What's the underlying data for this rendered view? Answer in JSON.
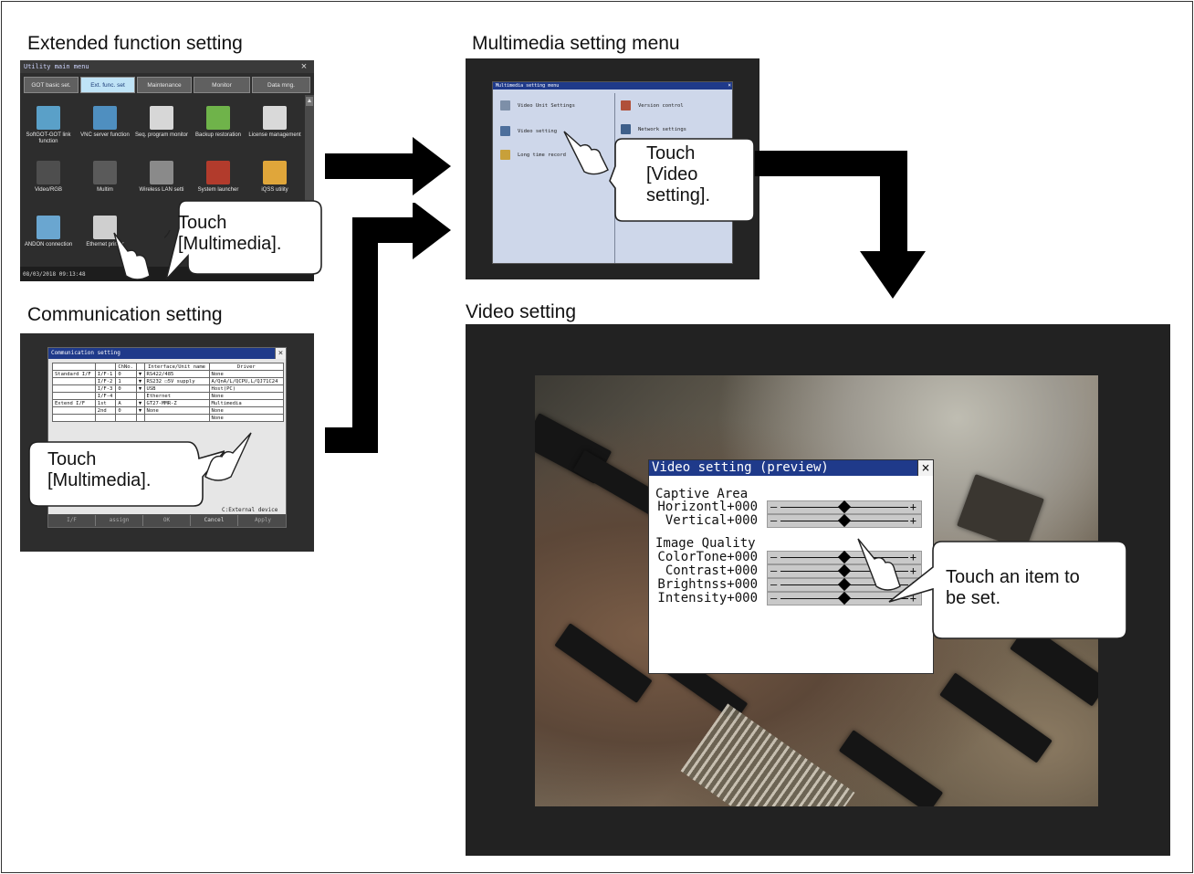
{
  "sections": {
    "extended": "Extended function setting",
    "multimedia_menu": "Multimedia setting menu",
    "communication": "Communication setting",
    "video": "Video setting"
  },
  "callouts": {
    "ext_touch_1": "Touch",
    "ext_touch_2": "[Multimedia].",
    "comm_touch_1": "Touch",
    "comm_touch_2": "[Multimedia].",
    "mm_touch_1": "Touch",
    "mm_touch_2": "[Video",
    "mm_touch_3": "setting].",
    "vid_touch_1": "Touch an item to",
    "vid_touch_2": "be set."
  },
  "extended_screen": {
    "title": "Utility main menu",
    "close": "×",
    "tabs": [
      "GOT basic set.",
      "Ext. func. set",
      "Maintenance",
      "Monitor",
      "Data mng."
    ],
    "items": [
      {
        "label": "SoftGOT-GOT link function",
        "color": "#5aa0c8"
      },
      {
        "label": "VNC server function",
        "color": "#4f8fc0"
      },
      {
        "label": "Seq. program monitor",
        "color": "#d7d7d7"
      },
      {
        "label": "Backup restoration",
        "color": "#6fb34a"
      },
      {
        "label": "License management",
        "color": "#d9d9d9"
      },
      {
        "label": "Video/RGB",
        "color": "#4e4e4e"
      },
      {
        "label": "Multim",
        "color": "#5a5a5a"
      },
      {
        "label": "Wireless LAN setti",
        "color": "#8a8a8a"
      },
      {
        "label": "System launcher",
        "color": "#b23b2c"
      },
      {
        "label": "iQSS utility",
        "color": "#e0a63a"
      },
      {
        "label": "ANDON connection",
        "color": "#6aa6d0"
      },
      {
        "label": "Ethernet printer",
        "color": "#cfcfcf"
      }
    ],
    "status": "08/03/2018 09:13:48"
  },
  "communication_screen": {
    "title": "Communication setting",
    "close": "×",
    "header": [
      "",
      "",
      "ChNo.",
      "",
      "Interface/Unit name",
      "Driver"
    ],
    "rows": [
      [
        "Standard I/F",
        "I/F-1",
        "0",
        "▼",
        "RS422/485",
        "None"
      ],
      [
        "",
        "I/F-2",
        "1",
        "▼",
        "RS232  ☐5V supply",
        "A/QnA/L/QCPU,L/QJ71C24"
      ],
      [
        "",
        "I/F-3",
        "0",
        "▼",
        "USB",
        "Host(PC)"
      ],
      [
        "",
        "I/F-4",
        "",
        "",
        "Ethernet",
        "None"
      ],
      [
        "Extend I/F",
        "1st",
        "A",
        "▼",
        "GT27-MMR-Z",
        "Multimedia"
      ],
      [
        "",
        "2nd",
        "0",
        "▼",
        "None",
        "None"
      ],
      [
        "",
        "",
        "",
        "",
        "",
        "None"
      ]
    ],
    "ext_device": "C:External device",
    "footer": [
      "I/F",
      "assign",
      "OK",
      "Cancel",
      "Apply"
    ]
  },
  "multimedia_screen": {
    "title": "Multimedia setting menu",
    "close": "×",
    "items": [
      {
        "label": "Video Unit Settings",
        "color": "#7d8fa8"
      },
      {
        "label": "Video setting",
        "color": "#4d6f9c"
      },
      {
        "label": "Long time record",
        "color": "#c8a03a"
      },
      {
        "label": "Version control",
        "color": "#b0503a"
      },
      {
        "label": "Network settings",
        "color": "#3e5f8a"
      }
    ]
  },
  "video_dialog": {
    "title": "Video setting (preview)",
    "close": "×",
    "captive_title": "Captive Area",
    "captive": [
      {
        "label": "Horizontl",
        "value": "+000"
      },
      {
        "label": "Vertical",
        "value": "+000"
      }
    ],
    "quality_title": "Image Quality",
    "quality": [
      {
        "label": "ColorTone",
        "value": "+000"
      },
      {
        "label": "Contrast",
        "value": "+000"
      },
      {
        "label": "Brightnss",
        "value": "+000"
      },
      {
        "label": "Intensity",
        "value": "+000"
      }
    ],
    "minus": "–",
    "plus": "+",
    "knob_level": 0.5
  }
}
